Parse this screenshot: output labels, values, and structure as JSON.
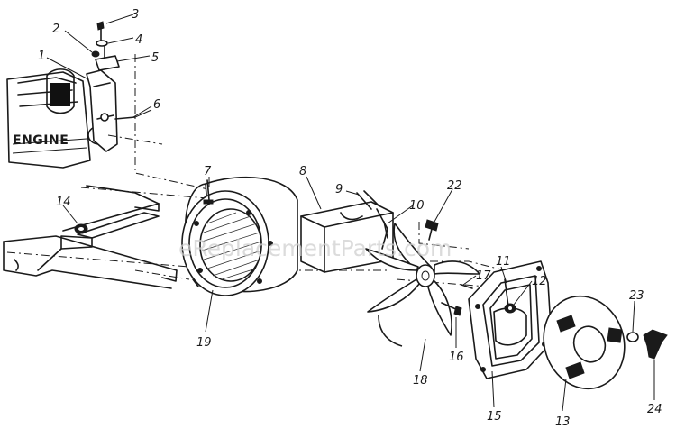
{
  "diagram": {
    "engine_label": "ENGINE",
    "watermark": "eReplacementParts.com",
    "callouts": {
      "p1": "1",
      "p2": "2",
      "p3": "3",
      "p4": "4",
      "p5": "5",
      "p6": "6",
      "p7": "7",
      "p8": "8",
      "p9": "9",
      "p10": "10",
      "p11": "11",
      "p12": "12",
      "p13": "13",
      "p14": "14",
      "p15": "15",
      "p16": "16",
      "p17": "17",
      "p18": "18",
      "p19": "19",
      "p22": "22",
      "p23": "23",
      "p24": "24"
    }
  }
}
